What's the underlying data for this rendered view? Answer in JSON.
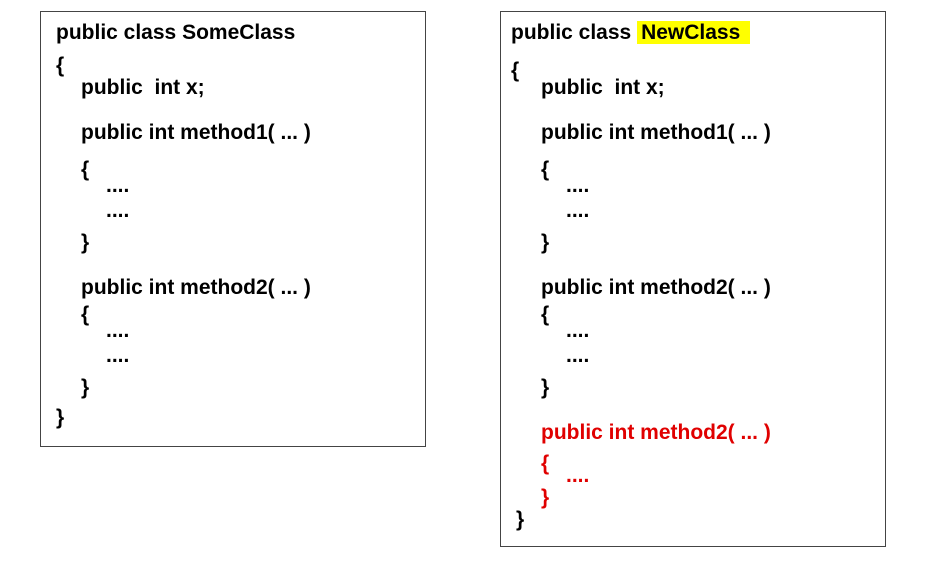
{
  "left_class": {
    "header_prefix": "public class ",
    "class_name": "SomeClass",
    "open_brace": "{",
    "field": "public  int x;",
    "method1_sig": "public int method1( ... )",
    "method1_open": "{",
    "method1_body1": "....",
    "method1_body2": "....",
    "method1_close": "}",
    "method2_sig": "public int method2( ... )",
    "method2_open": "{",
    "method2_body1": "....",
    "method2_body2": "....",
    "method2_close": "}",
    "close_brace": "}"
  },
  "right_class": {
    "header_prefix": "public class ",
    "class_name": "NewClass",
    "open_brace": "{",
    "field": "public  int x;",
    "method1_sig": "public int method1( ... )",
    "method1_open": "{",
    "method1_body1": "....",
    "method1_body2": "....",
    "method1_close": "}",
    "method2_sig": "public int method2( ... )",
    "method2_open": "{",
    "method2_body1": "....",
    "method2_body2": "....",
    "method2_close": "}",
    "added_method_sig": "public int method2( ... )",
    "added_method_open": "{",
    "added_method_body": "....",
    "added_method_close": "}",
    "close_brace": "}"
  },
  "colors": {
    "highlight": "#ffff00",
    "added_code": "#e00000",
    "text": "#000000",
    "border": "#444444"
  }
}
